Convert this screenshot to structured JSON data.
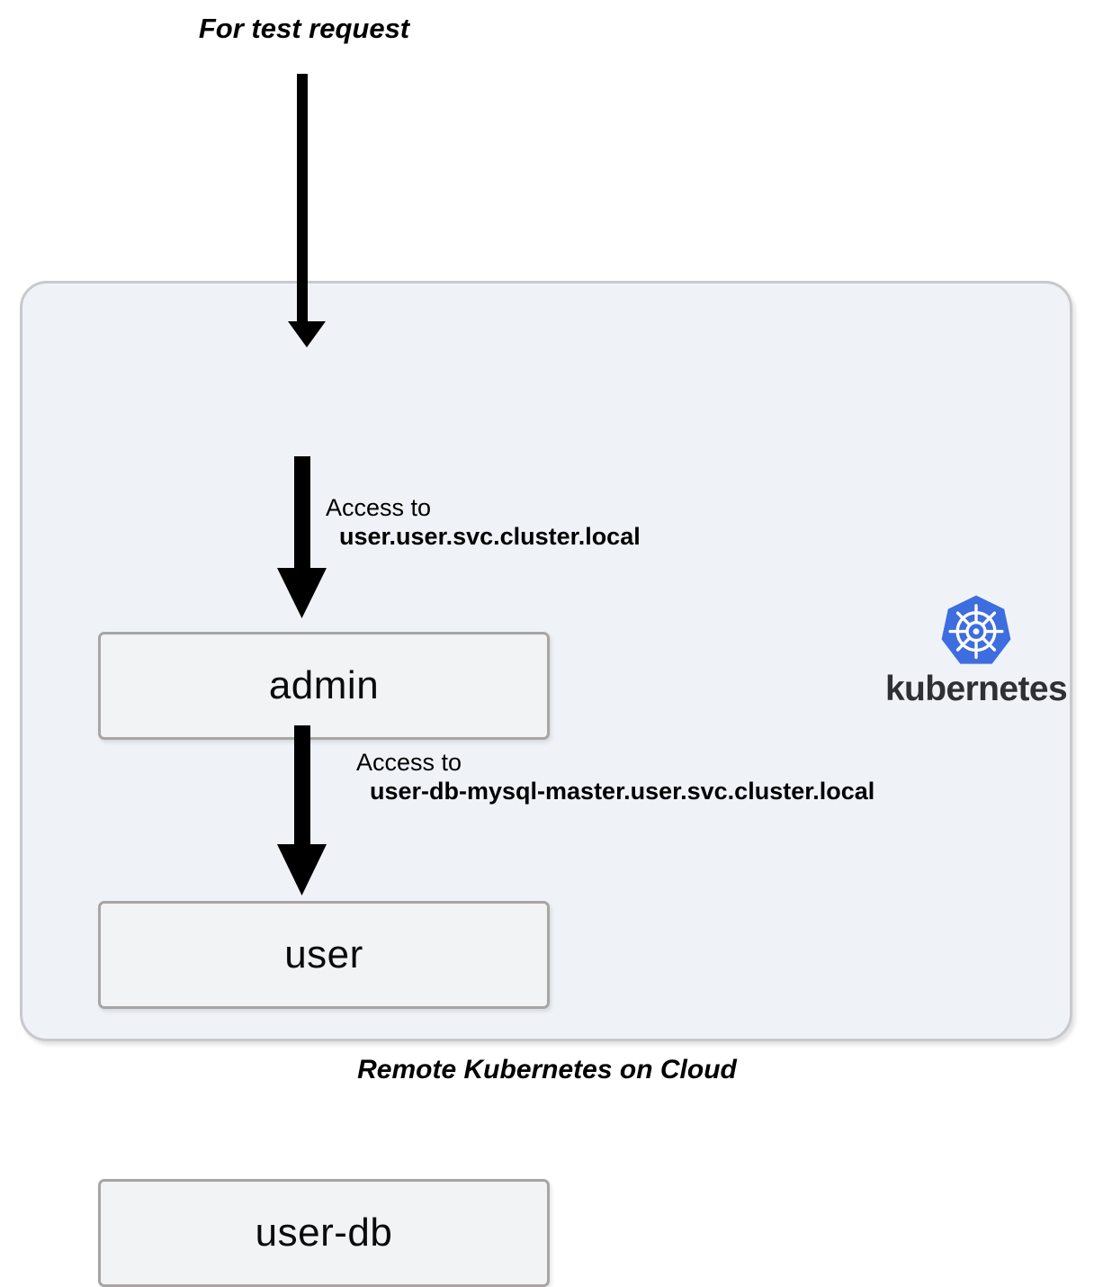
{
  "diagram": {
    "top_title": "For test request",
    "bottom_caption": "Remote Kubernetes on Cloud",
    "cluster_logo": {
      "wordmark": "kubernetes",
      "mark_icon": "kubernetes-helm-heptagon-icon",
      "mark_color": "#3d6ddf",
      "wordmark_color": "#2f3033"
    },
    "nodes": [
      {
        "id": "admin",
        "label": "admin"
      },
      {
        "id": "user",
        "label": "user"
      },
      {
        "id": "user-db",
        "label": "user-db"
      }
    ],
    "edges": [
      {
        "id": "entry",
        "from": "external",
        "to": "admin",
        "label_line1": "",
        "label_line2": ""
      },
      {
        "id": "admin-to-user",
        "from": "admin",
        "to": "user",
        "label_line1": "Access to",
        "label_line2": "user.user.svc.cluster.local"
      },
      {
        "id": "user-to-user-db",
        "from": "user",
        "to": "user-db",
        "label_line1": "Access to",
        "label_line2": "user-db-mysql-master.user.svc.cluster.local"
      }
    ],
    "colors": {
      "page_background": "#ffffff",
      "cluster_fill": "#eff3f8",
      "cluster_border": "#c9c9cd",
      "node_fill": "#f1f3f5",
      "node_border": "#a8a5a3",
      "arrow": "#000000",
      "text": "#000000"
    }
  }
}
